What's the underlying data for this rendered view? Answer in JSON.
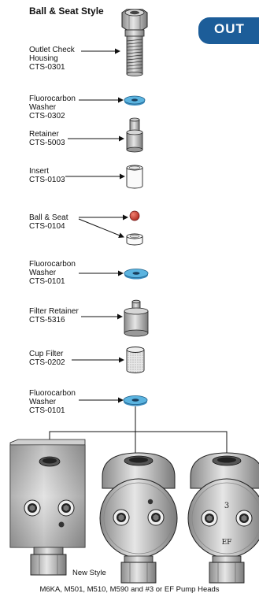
{
  "title": "Ball & Seat Style",
  "tab": {
    "label": "OUT"
  },
  "parts": [
    {
      "id": "outlet",
      "lines": "Outlet Check\nHousing\nCTS-0301"
    },
    {
      "id": "washer1",
      "lines": "Fluorocarbon\nWasher\nCTS-0302"
    },
    {
      "id": "retainer",
      "lines": "Retainer\nCTS-5003"
    },
    {
      "id": "insert",
      "lines": "Insert\nCTS-0103"
    },
    {
      "id": "ball",
      "lines": "Ball & Seat\nCTS-0104"
    },
    {
      "id": "washer2",
      "lines": "Fluorocarbon\nWasher\nCTS-0101"
    },
    {
      "id": "filterret",
      "lines": "Filter Retainer\nCTS-5316"
    },
    {
      "id": "cupfilter",
      "lines": "Cup Filter\nCTS-0202"
    },
    {
      "id": "washer3",
      "lines": "Fluorocarbon\nWasher\nCTS-0101"
    }
  ],
  "pump_heads": {
    "new_style_label": "New Style",
    "ef_number": "3",
    "ef_label": "EF",
    "caption": "M6KA, M501, M510, M590 and  #3 or EF Pump Heads"
  },
  "colors": {
    "washer": "#5bb4e0",
    "ball": "#d0352b",
    "tab": "#1c5d99"
  }
}
